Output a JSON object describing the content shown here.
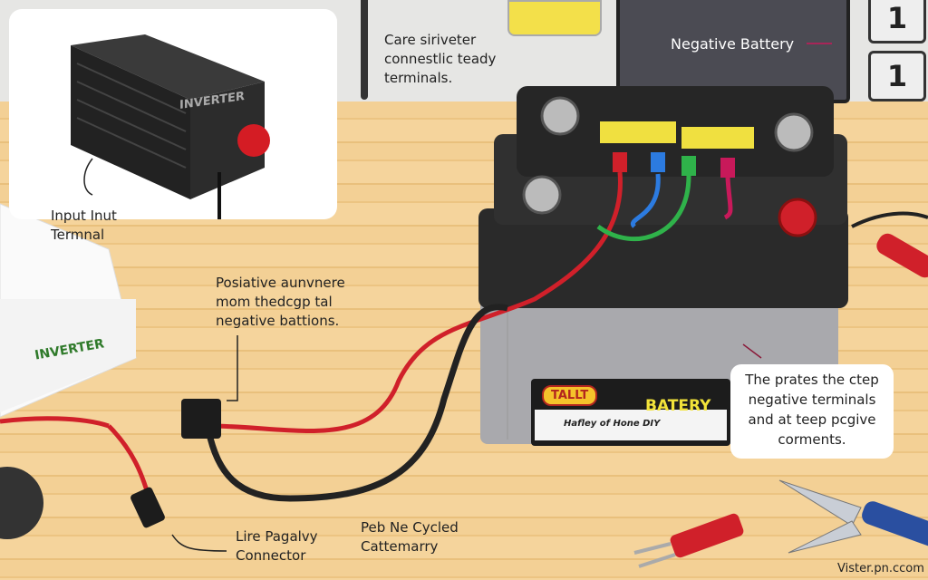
{
  "labels": {
    "top_note": [
      "Care siriveter",
      "connestlic teady",
      "terminals."
    ],
    "negative_battery": "Negative Battery",
    "input_terminal": [
      "Input Inut",
      "Termnal"
    ],
    "positive_note": [
      "Posiative aunvnere",
      "mom thedcgp tal",
      "negative battions."
    ],
    "callout": [
      "The prates the ctep",
      "negative terminals",
      "and at teep pcgive",
      "corments."
    ],
    "connector": [
      "Lire Pagalvy",
      "Connector"
    ],
    "cycled": [
      "Peb Ne Cycled",
      "Cattemarry"
    ],
    "watermark": "Vister.pn.ccom"
  },
  "inverter": {
    "name": "INVERTER"
  },
  "box": {
    "brand": "INVERTER"
  },
  "battery": {
    "label": "BATERY",
    "brand": "TALLT",
    "subtitle": "Hafley of Hone DIY"
  },
  "number_boxes": [
    "1",
    "1"
  ],
  "colors": {
    "wood": "#f2cd8e",
    "battery_body": "#a9a9ad",
    "battery_top": "#262626",
    "red_cable": "#d0202a",
    "positive_terminal": "#d0202a"
  }
}
